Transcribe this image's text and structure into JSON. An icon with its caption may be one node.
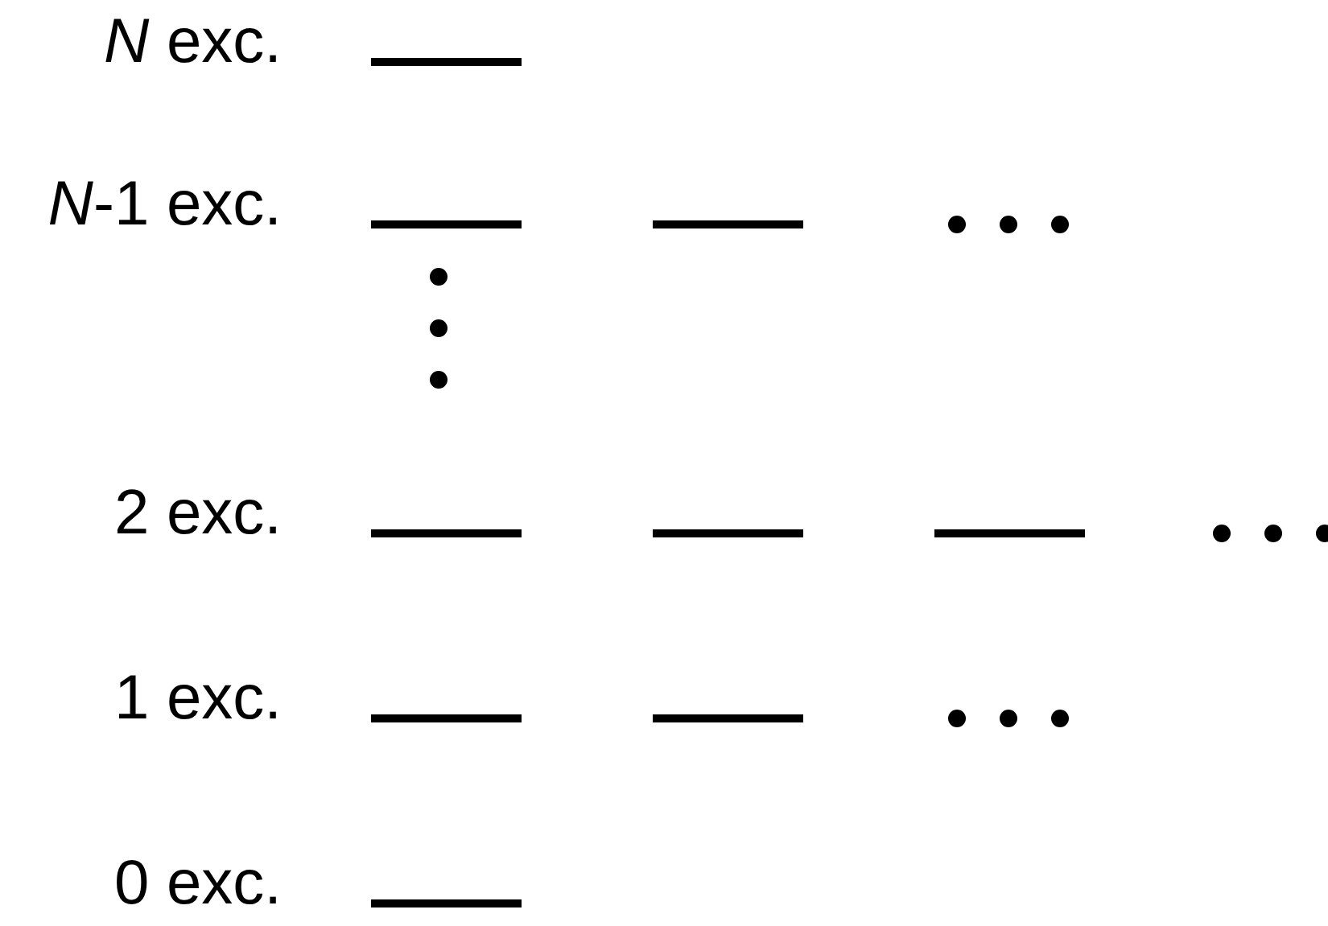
{
  "diagram": {
    "labels": [
      "*N* exc.",
      "*N*-1 exc.",
      "2 exc.",
      "1 exc.",
      "0 exc."
    ]
  }
}
